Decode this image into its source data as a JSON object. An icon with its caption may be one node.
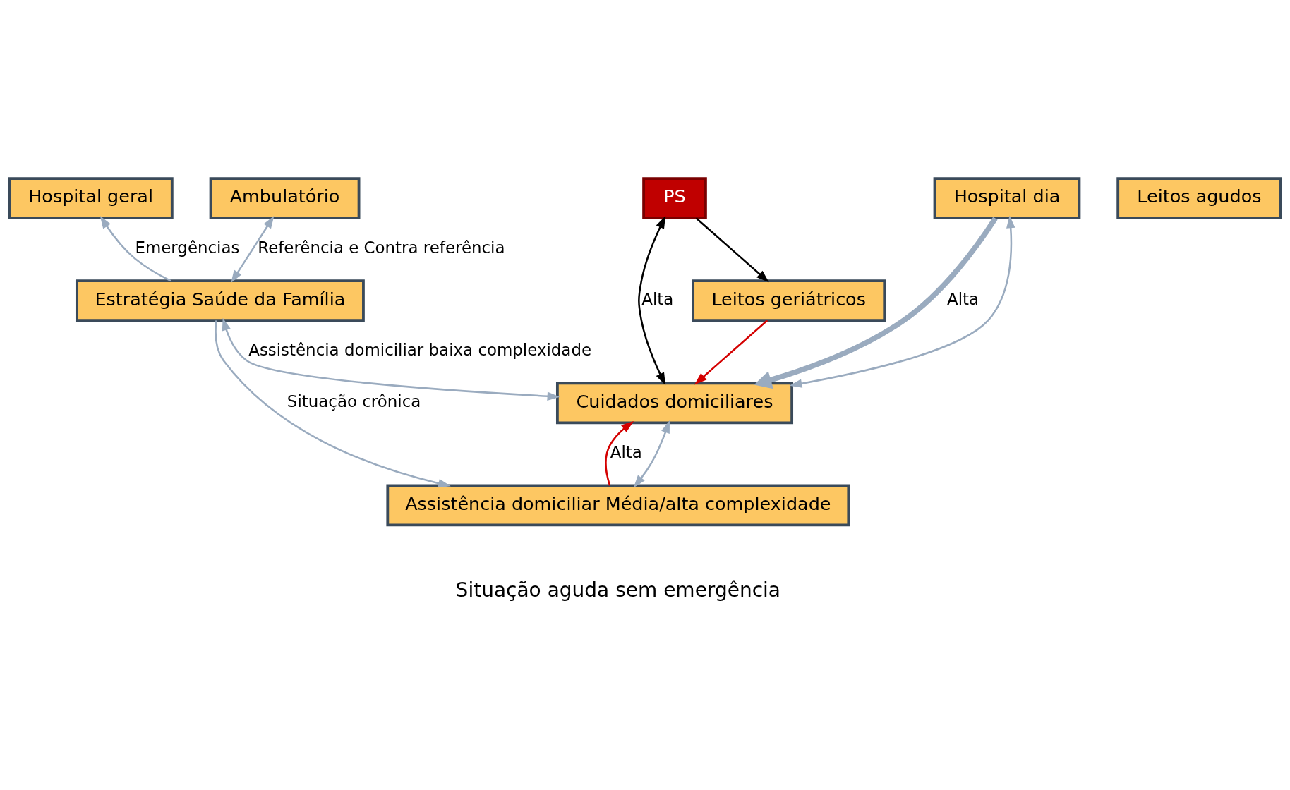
{
  "diagram": {
    "nodes": [
      {
        "text": [
          "Ambulatório"
        ]
      },
      {
        "text": [
          "Hospital geral"
        ]
      },
      {
        "text": [
          "Leitos agudos"
        ]
      },
      {
        "text": [
          "Leitos geriátricos"
        ]
      },
      {
        "text": [
          "Estratégia Saúde da Família"
        ]
      },
      {
        "text": [
          "Hospital dia"
        ]
      },
      {
        "text": [
          "PS"
        ]
      },
      {
        "text": [
          "Cuidados domiciliares"
        ]
      },
      {
        "text": [
          "Assistência domiciliar Média/alta complexidade"
        ]
      }
    ],
    "edges": [
      {
        "from": 0,
        "to": 4,
        "arrow": "both",
        "label": "Referência e Contra referência"
      },
      {
        "from": 4,
        "to": 1,
        "arrow": "to",
        "label": "Emergências"
      },
      {
        "from": 5,
        "to": 7,
        "arrow": "to",
        "label": "Alta",
        "style": "thick"
      },
      {
        "from": 5,
        "to": 7,
        "arrow": "both"
      },
      {
        "from": 3,
        "to": 7,
        "arrow": "to",
        "color": "#d40000"
      },
      {
        "from": 6,
        "to": 3,
        "arrow": "to",
        "color": "#000000"
      },
      {
        "from": 6,
        "to": 7,
        "arrow": "both",
        "label": "Alta",
        "color": "#000000"
      },
      {
        "from": 4,
        "to": 7,
        "arrow": "both",
        "label": "Assistência domiciliar baixa complexidade"
      },
      {
        "from": 7,
        "to": 8,
        "arrow": "both"
      },
      {
        "from": 8,
        "to": 7,
        "arrow": "to",
        "label": "Alta",
        "color": "#d40000"
      },
      {
        "from": 4,
        "to": 8,
        "arrow": "to",
        "label": "Situação crônica"
      }
    ],
    "labels": [
      "Situação aguda sem emergência"
    ]
  }
}
